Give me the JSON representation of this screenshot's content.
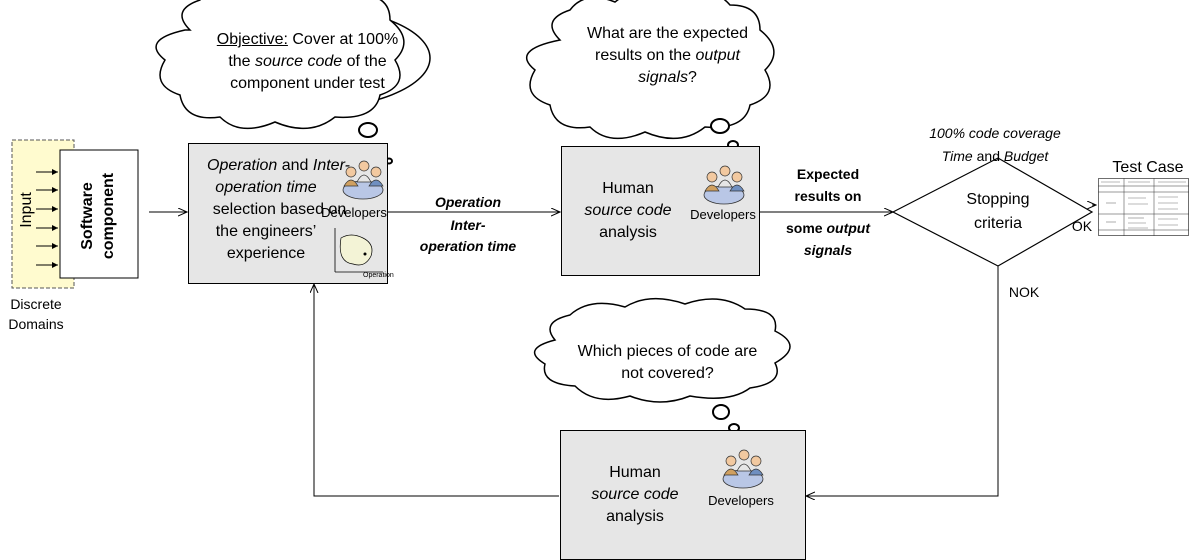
{
  "input": {
    "label": "Input",
    "caption_line1": "Discrete",
    "caption_line2": "Domains"
  },
  "software_component": {
    "line1": "Software",
    "line2": "component"
  },
  "cloud1": {
    "objective_label": "Objective:",
    "line1_rest": " Cover at 100%",
    "line2_pre": "the ",
    "line2_it": "source code",
    "line2_post": " of the",
    "line3": "component under test"
  },
  "cloud2": {
    "line1": "What are the expected",
    "line2_pre": "results on the ",
    "line2_it": "output",
    "line3_it": "signals",
    "line3_post": "?"
  },
  "cloud3": {
    "line1": "Which pieces of code are",
    "line2": "not covered?"
  },
  "box1": {
    "line1_it_a": "Operation",
    "line1_mid": " and ",
    "line1_it_b": "Inter-",
    "line2_it": "operation time",
    "line3": "selection based on",
    "line4": "the engineers’",
    "line5": "experience",
    "developers_label": "Developers",
    "plot_xlabel": "Operation"
  },
  "box2": {
    "line1": "Human",
    "line2_it": "source code",
    "line3": "analysis",
    "developers_label": "Developers"
  },
  "box3": {
    "line1": "Human",
    "line2_it": "source code",
    "line3": "analysis",
    "developers_label": "Developers"
  },
  "arrow_label1": {
    "line1": "Operation",
    "line2": "Inter-",
    "line3": "operation time"
  },
  "arrow_label2": {
    "line1": "Expected",
    "line2": "results on",
    "line3_pre": "some ",
    "line3_it": "output",
    "line4": "signals"
  },
  "criteria_note": {
    "line1_it": "100% code coverage",
    "line2_it_a": "Time",
    "line2_mid": " and ",
    "line2_it_b": "Budget"
  },
  "decision": {
    "line1": "Stopping",
    "line2": "criteria"
  },
  "ok_label": "OK",
  "nok_label": "NOK",
  "test_case": {
    "title": "Test Case"
  }
}
